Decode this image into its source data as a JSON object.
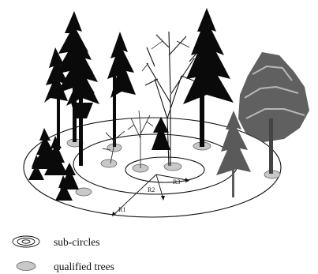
{
  "diagram": {
    "labels": {
      "r1": "R1",
      "r2": "R2",
      "r3": "R3"
    },
    "legend": {
      "sub_circles": "sub-circles",
      "qualified_trees": "qualified trees"
    },
    "colors": {
      "ring_stroke": "#111111",
      "tree_base_fill": "#c8c8c8",
      "silhouette": "#0a0a0a",
      "snowy_tree": "#5a5a5a"
    }
  }
}
